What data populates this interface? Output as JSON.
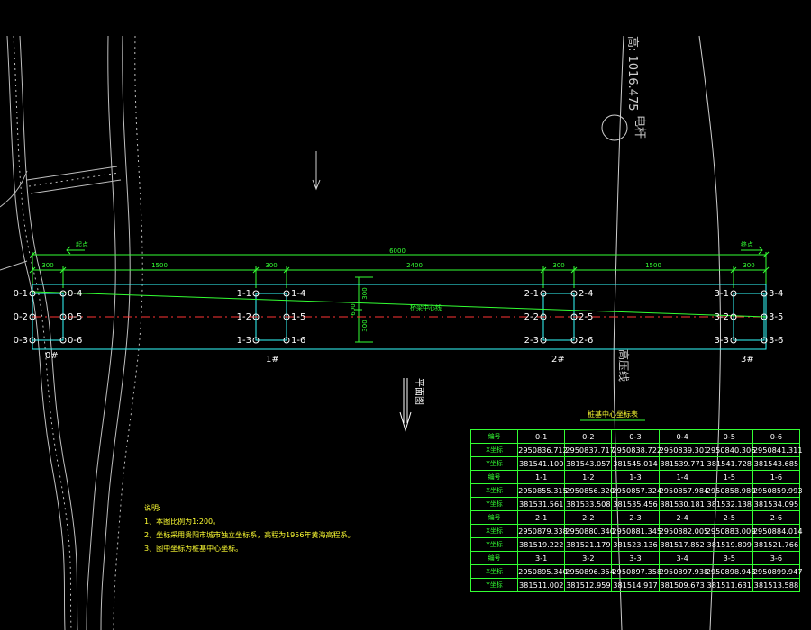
{
  "elevation_text": "高: 1016.475",
  "pole_label": "电杆",
  "hv_line_label": "高压线",
  "plan_label": "平面图",
  "bridge_center_label": "桥梁中心线",
  "start_label": "起点",
  "end_label": "终点",
  "dims": {
    "total": "6000",
    "seg_left": "300",
    "seg_1500a": "1500",
    "seg_300a": "300",
    "seg_2400": "2400",
    "seg_300b": "300",
    "seg_1500b": "1500",
    "seg_300c": "300",
    "v_300a": "300",
    "v_600": "600",
    "v_300b": "300"
  },
  "piers": [
    "0#",
    "1#",
    "2#",
    "3#"
  ],
  "piles": [
    [
      "0-1",
      "0-2",
      "0-3",
      "0-4",
      "0-5",
      "0-6"
    ],
    [
      "1-1",
      "1-2",
      "1-3",
      "1-4",
      "1-5",
      "1-6"
    ],
    [
      "2-1",
      "2-2",
      "2-3",
      "2-4",
      "2-5",
      "2-6"
    ],
    [
      "3-1",
      "3-2",
      "3-3",
      "3-4",
      "3-5",
      "3-6"
    ]
  ],
  "notes": {
    "title": "说明:",
    "items": [
      "1、本图比例为1:200。",
      "2、坐标采用贵阳市城市独立坐标系，高程为1956年黄海高程系。",
      "3、图中坐标为桩基中心坐标。"
    ]
  },
  "table": {
    "title": "桩基中心坐标表",
    "row_head": "编号",
    "x_label": "X坐标",
    "y_label": "Y坐标",
    "groups": [
      {
        "ids": [
          "0-1",
          "0-2",
          "0-3",
          "0-4",
          "0-5",
          "0-6"
        ],
        "x": [
          "2950836.712",
          "2950837.717",
          "2950838.722",
          "2950839.301",
          "2950840.306",
          "2950841.311"
        ],
        "y": [
          "381541.100",
          "381543.057",
          "381545.014",
          "381539.771",
          "381541.728",
          "381543.685"
        ]
      },
      {
        "ids": [
          "1-1",
          "1-2",
          "1-3",
          "1-4",
          "1-5",
          "1-6"
        ],
        "x": [
          "2950855.315",
          "2950856.320",
          "2950857.324",
          "2950857.984",
          "2950858.989",
          "2950859.993"
        ],
        "y": [
          "381531.561",
          "381533.508",
          "381535.456",
          "381530.181",
          "381532.138",
          "381534.095"
        ]
      },
      {
        "ids": [
          "2-1",
          "2-2",
          "2-3",
          "2-4",
          "2-5",
          "2-6"
        ],
        "x": [
          "2950879.338",
          "2950880.340",
          "2950881.345",
          "2950882.005",
          "2950883.009",
          "2950884.014"
        ],
        "y": [
          "381519.222",
          "381521.179",
          "381523.136",
          "381517.852",
          "381519.809",
          "381521.766"
        ]
      },
      {
        "ids": [
          "3-1",
          "3-2",
          "3-3",
          "3-4",
          "3-5",
          "3-6"
        ],
        "x": [
          "2950895.340",
          "2950896.354",
          "2950897.358",
          "2950897.938",
          "2950898.943",
          "2950899.947"
        ],
        "y": [
          "381511.002",
          "381512.959",
          "381514.917",
          "381509.673",
          "381511.631",
          "381513.588"
        ]
      }
    ]
  },
  "colors": {
    "background": "#000000",
    "green": "#33ff33",
    "cyan": "#33ffff",
    "red": "#ff3333",
    "white": "#ffffff",
    "yellow": "#ffff33"
  }
}
